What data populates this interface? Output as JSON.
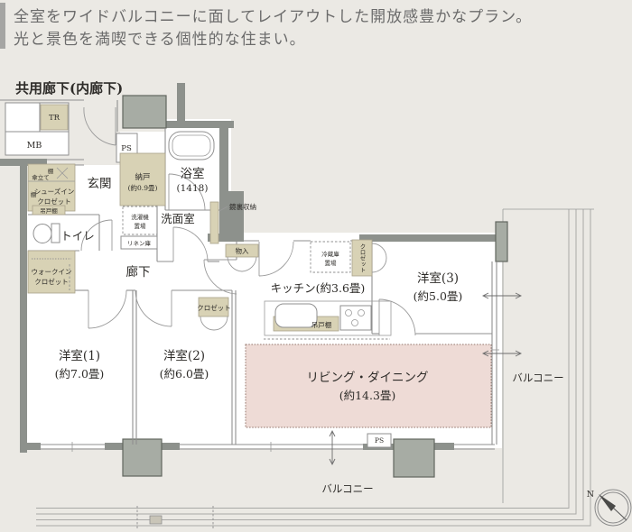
{
  "header": {
    "line1": "全室をワイドバルコニーに面してレイアウトした開放感豊かなプラン。",
    "line2": "光と景色を満喫できる個性的な住まい。"
  },
  "labels": {
    "common_corridor": "共用廊下(内廊下)",
    "tr": "TR",
    "mb": "MB",
    "ps_top": "PS",
    "ps_bottom": "PS",
    "shelf_top": "棚",
    "umbrella_stand": "傘立て",
    "shelf_left": "棚",
    "shoes_closet_l1": "シューズイン",
    "shoes_closet_l2": "クロゼット",
    "genkan": "玄関",
    "storeroom_l1": "納戸",
    "storeroom_l2": "(約0.9畳)",
    "bathroom_l1": "浴室",
    "bathroom_l2": "(1418)",
    "washroom": "洗面室",
    "washer_l1": "洗濯機",
    "washer_l2": "置場",
    "linen": "リネン庫",
    "mirror_cabinet": "鏡裏収納",
    "hanging_cabinet_toilet": "吊戸棚",
    "toilet": "トイレ",
    "wic_l1": "ウォークイン",
    "wic_l2": "クロゼット",
    "hallway": "廊下",
    "storage_monoire": "物入",
    "kitchen": "キッチン(約3.6畳)",
    "fridge_l1": "冷蔵庫",
    "fridge_l2": "置場",
    "closet_side": "クロゼット",
    "closet_bed2": "クロゼット",
    "hanging_cabinet_kitchen": "吊戸棚",
    "bed3_l1": "洋室(3)",
    "bed3_l2": "(約5.0畳)",
    "bed1_l1": "洋室(1)",
    "bed1_l2": "(約7.0畳)",
    "bed2_l1": "洋室(2)",
    "bed2_l2": "(約6.0畳)",
    "living_l1": "リビング・ダイニング",
    "living_l2": "(約14.3畳)",
    "balcony_right": "バルコニー",
    "balcony_bottom": "バルコニー",
    "compass_north": "N"
  },
  "colors": {
    "background": "#ebe9e4",
    "wall": "#8d918c",
    "pillar": "#a7aca4",
    "fixture_tan": "#d8d2b5",
    "living_pink": "#eedbd6",
    "line": "#8f8f8f",
    "text": "#2e2c29",
    "header_text": "#6b6b6b"
  }
}
